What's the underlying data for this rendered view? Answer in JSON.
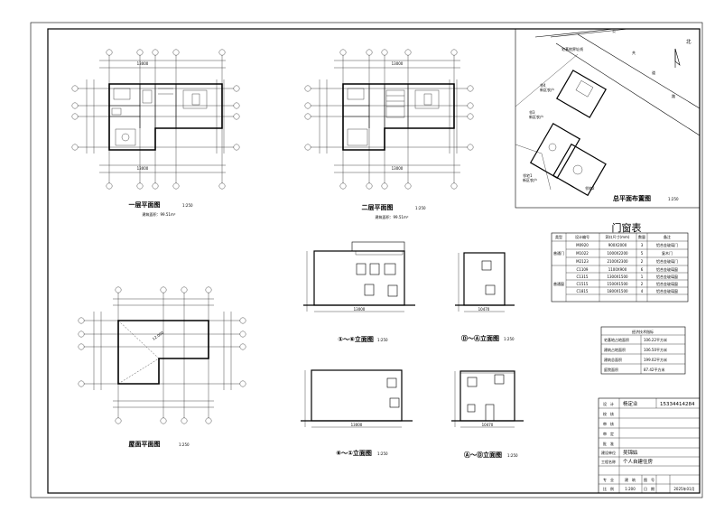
{
  "plans": {
    "floor1": {
      "title": "一层平面图",
      "scale": "1:250",
      "area": "建筑面积：99.51m²"
    },
    "floor2": {
      "title": "二层平面图",
      "scale": "1:250",
      "area": "建筑面积：99.51m²"
    },
    "roof": {
      "title": "屋面平面图",
      "scale": "1:250"
    },
    "site": {
      "title": "总平面布置图",
      "scale": "1:250"
    }
  },
  "elevations": [
    {
      "title": "①～⑥立面图",
      "scale": "1:250"
    },
    {
      "title": "Ⓓ～Ⓐ立面图",
      "scale": "1:250"
    },
    {
      "title": "⑥～①立面图",
      "scale": "1:250"
    },
    {
      "title": "Ⓐ～Ⓓ立面图",
      "scale": "1:250"
    }
  ],
  "site_labels": {
    "north": "北",
    "road": [
      "公",
      "共",
      "道",
      "路"
    ],
    "boundary": "宅基地界址线",
    "n4": "邻4\n新区农户",
    "n3": "邻3\n新区农户",
    "n1": "邻宅1\n新区农户",
    "n2": "邻宅2"
  },
  "door_window_table": {
    "title": "门窗表",
    "headers": [
      "类型",
      "设计编号",
      "洞口尺寸(mm)",
      "数量",
      "备注"
    ],
    "groups": [
      {
        "type": "普通门",
        "rows": [
          [
            "M0920",
            "900X2000",
            "3",
            "铝合金玻璃门"
          ],
          [
            "M1022",
            "1000X2200",
            "5",
            "复木门"
          ],
          [
            "M2123",
            "2100X2300",
            "2",
            "铝合金玻璃门"
          ]
        ]
      },
      {
        "type": "普通窗",
        "rows": [
          [
            "C1109",
            "1100X900",
            "6",
            "铝合金玻璃窗"
          ],
          [
            "C1315",
            "1300X1500",
            "1",
            "铝合金玻璃窗"
          ],
          [
            "C1515",
            "1500X1500",
            "2",
            "铝合金玻璃窗"
          ],
          [
            "C1815",
            "1800X1500",
            "4",
            "铝合金玻璃窗"
          ]
        ]
      }
    ]
  },
  "tech_indicators": {
    "title": "经济技术指标",
    "rows": [
      [
        "宅基地占地面积",
        "106.22平方米"
      ],
      [
        "建筑占地面积",
        "106.50平方米"
      ],
      [
        "建筑总面积",
        "199.02平方米"
      ],
      [
        "庭院面积",
        "87.42平方米"
      ]
    ]
  },
  "title_block": {
    "rows": [
      {
        "label": "设　计",
        "value": "杨定业",
        "extra": "15334414284"
      },
      {
        "label": "校　核",
        "value": "",
        "extra": ""
      },
      {
        "label": "审　核",
        "value": "",
        "extra": ""
      },
      {
        "label": "审　定",
        "value": "",
        "extra": ""
      },
      {
        "label": "批　准",
        "value": "",
        "extra": ""
      },
      {
        "label": "建设单位",
        "value": "吴锦姑",
        "extra": ""
      },
      {
        "label": "工程名称",
        "value": "个人自建住房",
        "extra": ""
      }
    ],
    "major_label": "专　业",
    "major_value": "建　筑",
    "drawing_no_label": "图　号",
    "drawing_no_value": "",
    "scale_label": "比　例",
    "scale_value": "1:200",
    "date_label": "日　期",
    "date_value": "2025年01月"
  }
}
